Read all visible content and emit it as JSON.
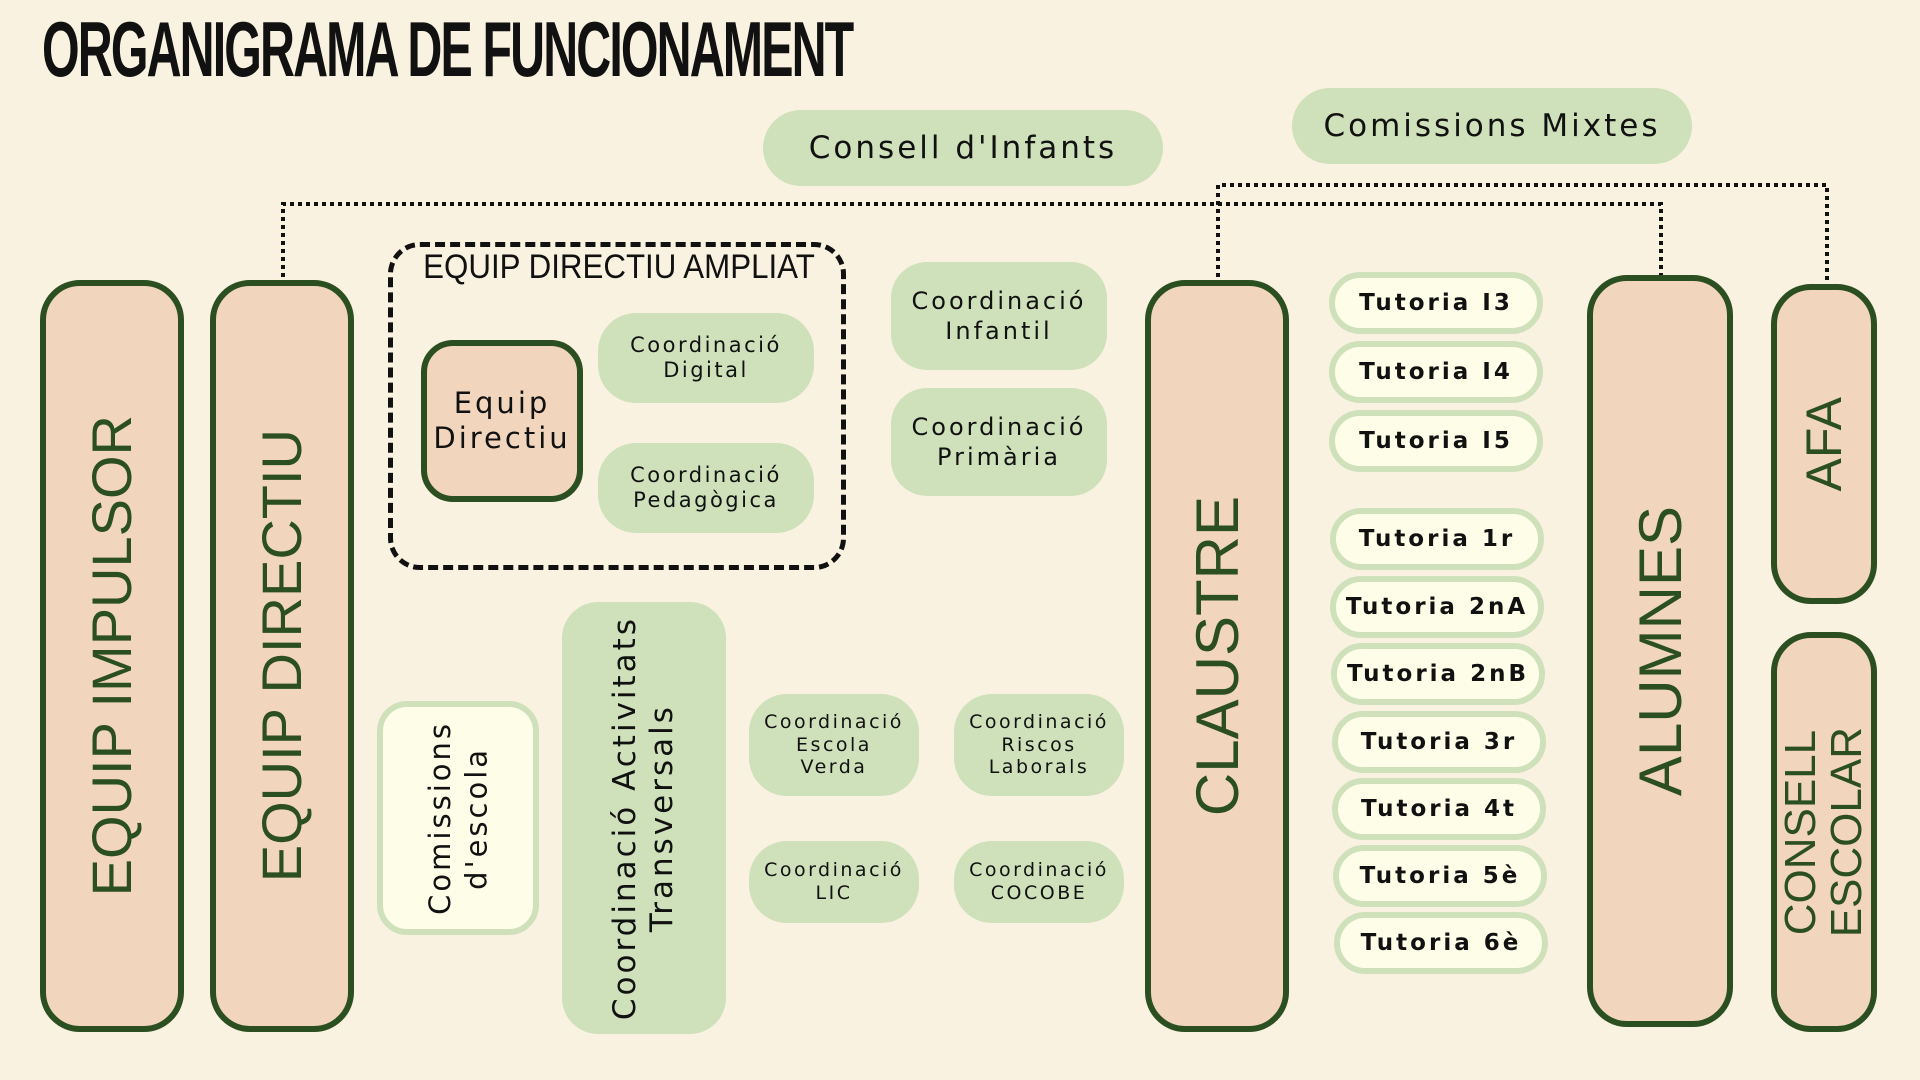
{
  "title": "Organigrama de funcionament",
  "top_nodes": {
    "consell_infants": "Consell d'Infants",
    "comissions_mixtes": "Comissions Mixtes"
  },
  "columns": {
    "equip_impulsor": "EQUIP IMPULSOR",
    "equip_directiu": "EQUIP DIRECTIU",
    "claustre": "CLAUSTRE",
    "alumnes": "ALUMNES",
    "afa": "AFA",
    "consell_escolar": [
      "CONSELL",
      "ESCOLAR"
    ]
  },
  "equip_directiu_ampliat": {
    "label": "EQUIP DIRECTIU AMPLIAT",
    "core": [
      "Equip",
      "Directiu"
    ],
    "coord_digital": [
      "Coordinació",
      "Digital"
    ],
    "coord_pedagogica": [
      "Coordinació",
      "Pedagògica"
    ]
  },
  "coordinations": {
    "infantil": [
      "Coordinació",
      "Infantil"
    ],
    "primaria": [
      "Coordinació",
      "Primària"
    ],
    "activitats_transversals": [
      "Coordinació Activitats",
      "Transversals"
    ],
    "escola_verda": [
      "Coordinació",
      "Escola",
      "Verda"
    ],
    "riscos_laborals": [
      "Coordinació",
      "Riscos",
      "Laborals"
    ],
    "lic": [
      "Coordinació",
      "LIC"
    ],
    "cocobe": [
      "Coordinació",
      "COCOBE"
    ]
  },
  "comissions_escola": [
    "Comissions",
    "d'escola"
  ],
  "tutories_infantil": [
    "Tutoria I3",
    "Tutoria I4",
    "Tutoria I5"
  ],
  "tutories_primaria": [
    "Tutoria 1r",
    "Tutoria 2nA",
    "Tutoria 2nB",
    "Tutoria 3r",
    "Tutoria 4t",
    "Tutoria 5è",
    "Tutoria 6è"
  ],
  "colors": {
    "background": "#faf2e1",
    "green_fill": "#cfe1bb",
    "peach_fill": "#f1d6bd",
    "dark_green": "#2c4f22",
    "cream_fill": "#fefee8"
  }
}
